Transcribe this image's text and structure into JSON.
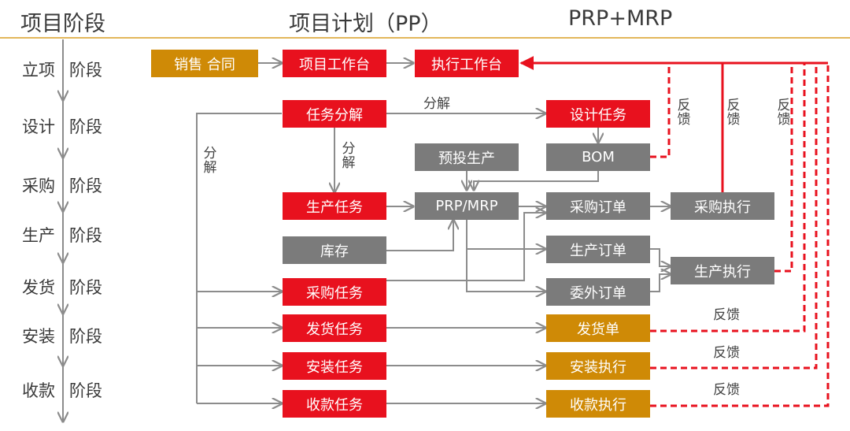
{
  "headers": {
    "stages": "项目阶段",
    "pp": "项目计划（PP）",
    "prp": "PRP+MRP"
  },
  "stages": [
    {
      "name": "立项",
      "suffix": "阶段"
    },
    {
      "name": "设计",
      "suffix": "阶段"
    },
    {
      "name": "采购",
      "suffix": "阶段"
    },
    {
      "name": "生产",
      "suffix": "阶段"
    },
    {
      "name": "发货",
      "suffix": "阶段"
    },
    {
      "name": "安装",
      "suffix": "阶段"
    },
    {
      "name": "收款",
      "suffix": "阶段"
    }
  ],
  "boxes": {
    "sales_contract": "销售 合同",
    "project_workbench": "项目工作台",
    "execution_workbench": "执行工作台",
    "task_decomposition": "任务分解",
    "design_task": "设计任务",
    "pre_production": "预投生产",
    "bom": "BOM",
    "production_task": "生产任务",
    "prp_mrp": "PRP/MRP",
    "purchase_order": "采购订单",
    "purchase_execution": "采购执行",
    "inventory": "库存",
    "production_order": "生产订单",
    "production_execution": "生产执行",
    "purchase_task": "采购任务",
    "outsource_order": "委外订单",
    "delivery_task": "发货任务",
    "delivery_note": "发货单",
    "install_task": "安装任务",
    "install_execution": "安装执行",
    "payment_task": "收款任务",
    "payment_execution": "收款执行"
  },
  "labels": {
    "decompose_h": "分解",
    "decompose_v1": "分解",
    "decompose_v2": "分解",
    "feedback_1": "反馈",
    "feedback_2": "反馈",
    "feedback_3": "反馈",
    "feedback_delivery": "反馈",
    "feedback_install": "反馈",
    "feedback_payment": "反馈"
  },
  "colors": {
    "red": "#e8111e",
    "gray": "#7b7b7b",
    "gold": "#cf8a06",
    "line_gray": "#8c8c8c",
    "divider": "#e3b75b"
  }
}
